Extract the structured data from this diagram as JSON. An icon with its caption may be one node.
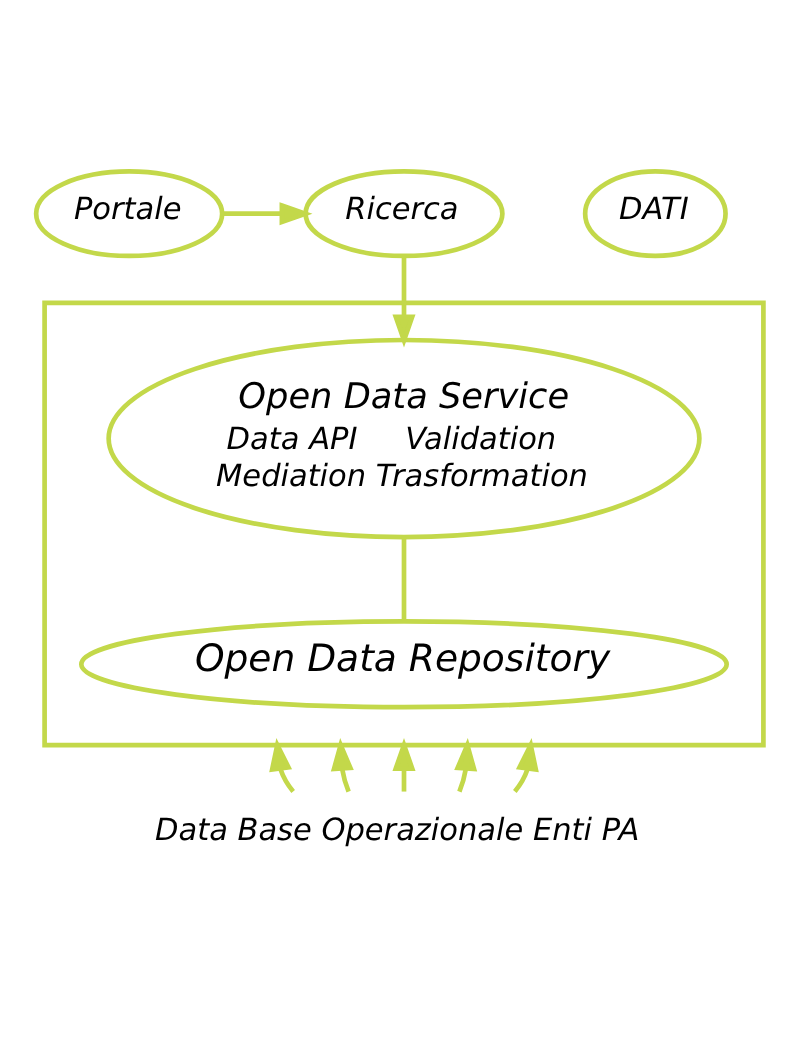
{
  "diagram": {
    "nodes": [
      {
        "text": [
          "Portale"
        ]
      },
      {
        "text": [
          "Ricerca"
        ]
      },
      {
        "text": [],
        "shape": "box"
      },
      {
        "text": [
          "DATI"
        ]
      },
      {
        "text": [
          "Open Data Service",
          "Data API",
          "Validation",
          "Mediation",
          "Trasformation"
        ],
        "in": 2
      },
      {
        "text": [
          "Open Data Repository"
        ],
        "in": 2
      },
      {
        "text": [
          "Data Base Operazionale Enti PA"
        ]
      }
    ],
    "edges": [
      {
        "from": 0,
        "to": 1,
        "arrow": "to"
      },
      {
        "from": 1,
        "to": 4,
        "arrow": "to"
      },
      {
        "from": 4,
        "to": 5,
        "arrow": "none"
      },
      {
        "from": 6,
        "to": 2,
        "arrow": "to"
      },
      {
        "from": 6,
        "to": 2,
        "arrow": "to"
      },
      {
        "from": 6,
        "to": 2,
        "arrow": "to"
      },
      {
        "from": 6,
        "to": 2,
        "arrow": "to"
      },
      {
        "from": 6,
        "to": 2,
        "arrow": "to"
      }
    ]
  }
}
